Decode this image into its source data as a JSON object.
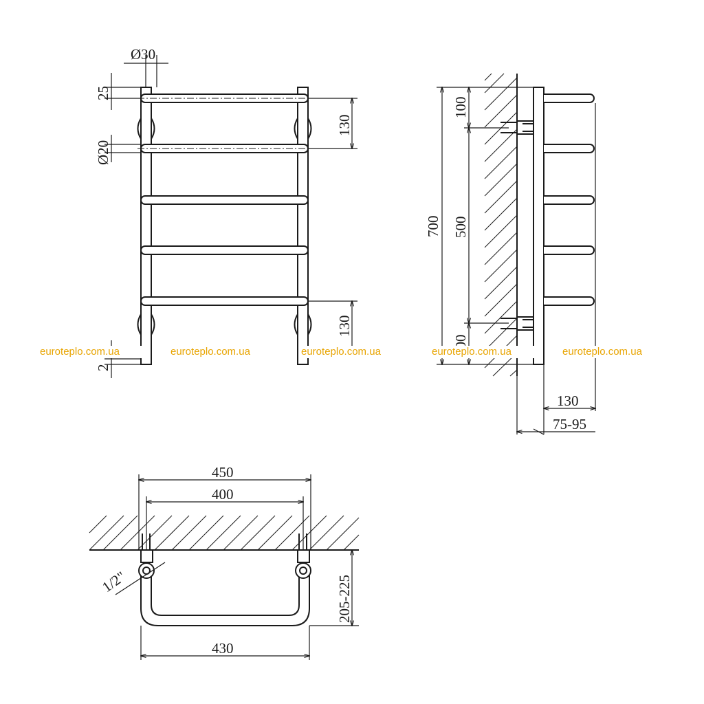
{
  "front_view": {
    "dim_pipe_diameter": "Ø30",
    "dim_rung_diameter": "Ø20",
    "dim_top_offset": "25",
    "dim_bottom_offset": "2",
    "dim_top_spacing": "130",
    "dim_bottom_spacing": "130"
  },
  "side_view": {
    "dim_total_height": "700",
    "dim_top_to_mount": "100",
    "dim_mount_spacing": "500",
    "dim_bottom_to_mount": "100",
    "dim_depth": "130",
    "dim_wall_distance": "75-95"
  },
  "top_view": {
    "dim_outer_width": "450",
    "dim_inner_width": "400",
    "dim_thread": "1/2\"",
    "dim_projection": "205-225",
    "dim_bottom_width": "430"
  },
  "watermarks": [
    "euroteplo.com.ua",
    "euroteplo.com.ua",
    "euroteplo.com.ua",
    "euroteplo.com.ua",
    "euroteplo.com.ua"
  ]
}
